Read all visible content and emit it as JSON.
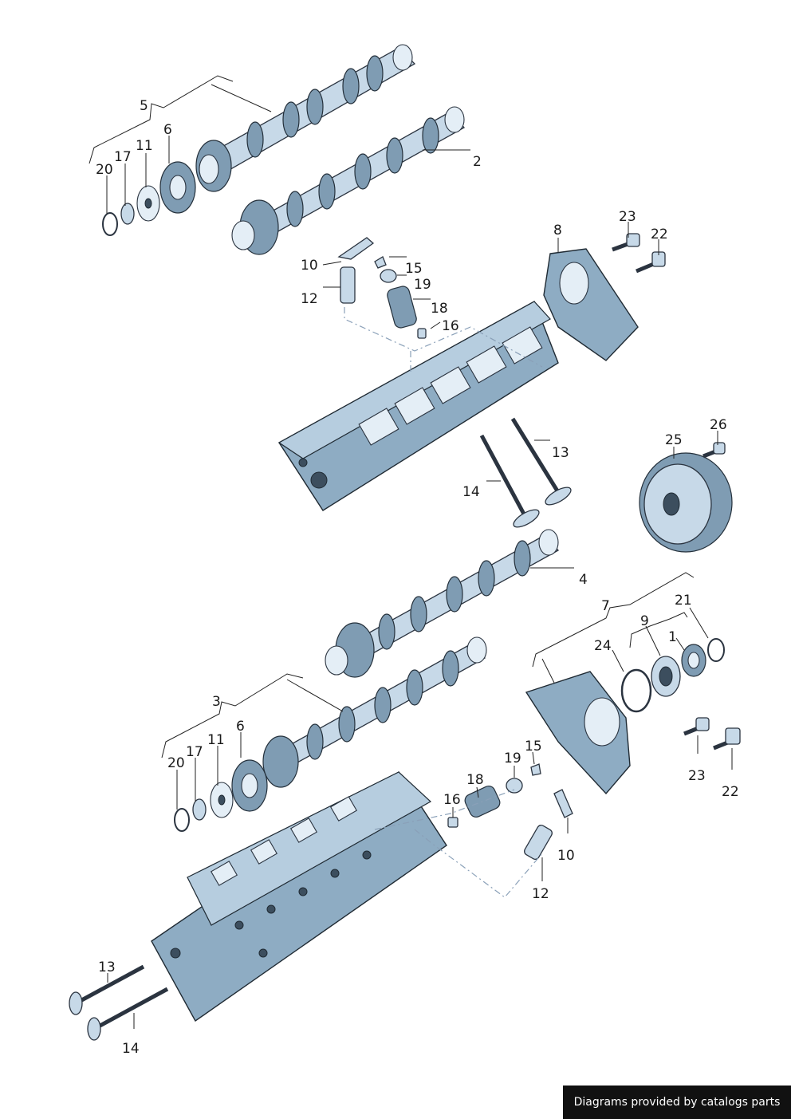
{
  "callouts": {
    "c1": "1",
    "c2": "2",
    "c3": "3",
    "c4": "4",
    "c5": "5",
    "c6a": "6",
    "c6b": "6",
    "c7": "7",
    "c8": "8",
    "c9": "9",
    "c10a": "10",
    "c10b": "10",
    "c11a": "11",
    "c11b": "11",
    "c12a": "12",
    "c12b": "12",
    "c13a": "13",
    "c13b": "13",
    "c14a": "14",
    "c14b": "14",
    "c15a": "15",
    "c15b": "15",
    "c16a": "16",
    "c16b": "16",
    "c17a": "17",
    "c17b": "17",
    "c18a": "18",
    "c18b": "18",
    "c19a": "19",
    "c19b": "19",
    "c20a": "20",
    "c20b": "20",
    "c21": "21",
    "c22a": "22",
    "c22b": "22",
    "c23a": "23",
    "c23b": "23",
    "c24": "24",
    "c25": "25",
    "c26": "26"
  },
  "footer": {
    "credit": "Diagrams provided by catalogs parts"
  }
}
